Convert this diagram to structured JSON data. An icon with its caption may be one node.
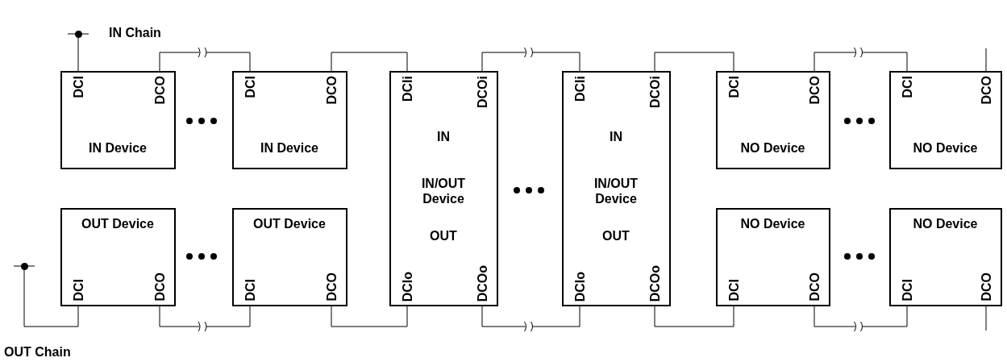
{
  "diagram": {
    "nodes": [
      {
        "text": [],
        "shape": "circle"
      },
      {
        "text": [
          "DCI",
          "DCO",
          "IN Device"
        ]
      },
      {
        "text": [
          "DCI",
          "DCO",
          "IN Device"
        ]
      },
      {
        "text": [
          "DCIi",
          "DCOi",
          "IN",
          "IN/OUT Device",
          "OUT",
          "DCIo",
          "DCOo"
        ]
      },
      {
        "text": [
          "DCIi",
          "DCOi",
          "IN",
          "IN/OUT Device",
          "OUT",
          "DCIo",
          "DCOo"
        ]
      },
      {
        "text": [
          "DCI",
          "DCO",
          "NO Device"
        ]
      },
      {
        "text": [
          "DCI",
          "DCO",
          "NO Device"
        ]
      },
      {
        "text": [],
        "shape": "circle"
      },
      {
        "text": [
          "OUT Device",
          "DCI",
          "DCO"
        ]
      },
      {
        "text": [
          "OUT Device",
          "DCI",
          "DCO"
        ]
      },
      {
        "text": [
          "NO Device",
          "DCI",
          "DCO"
        ]
      },
      {
        "text": [
          "NO Device",
          "DCI",
          "DCO"
        ]
      }
    ],
    "edges": [
      {
        "from": 0,
        "to": 1,
        "arrow": "none"
      },
      {
        "from": 1,
        "to": 2,
        "arrow": "none"
      },
      {
        "from": 2,
        "to": 3,
        "arrow": "none"
      },
      {
        "from": 3,
        "to": 4,
        "arrow": "none"
      },
      {
        "from": 4,
        "to": 5,
        "arrow": "none"
      },
      {
        "from": 5,
        "to": 6,
        "arrow": "none"
      },
      {
        "from": 6,
        "to": null,
        "arrow": "none"
      },
      {
        "from": 7,
        "to": 8,
        "arrow": "none"
      },
      {
        "from": 8,
        "to": 9,
        "arrow": "none"
      },
      {
        "from": 9,
        "to": 3,
        "arrow": "none"
      },
      {
        "from": 3,
        "to": 4,
        "arrow": "none"
      },
      {
        "from": 4,
        "to": 10,
        "arrow": "none"
      },
      {
        "from": 10,
        "to": 11,
        "arrow": "none"
      },
      {
        "from": 11,
        "to": null,
        "arrow": "none"
      }
    ],
    "labels": [
      "IN Chain",
      "OUT Chain"
    ]
  }
}
